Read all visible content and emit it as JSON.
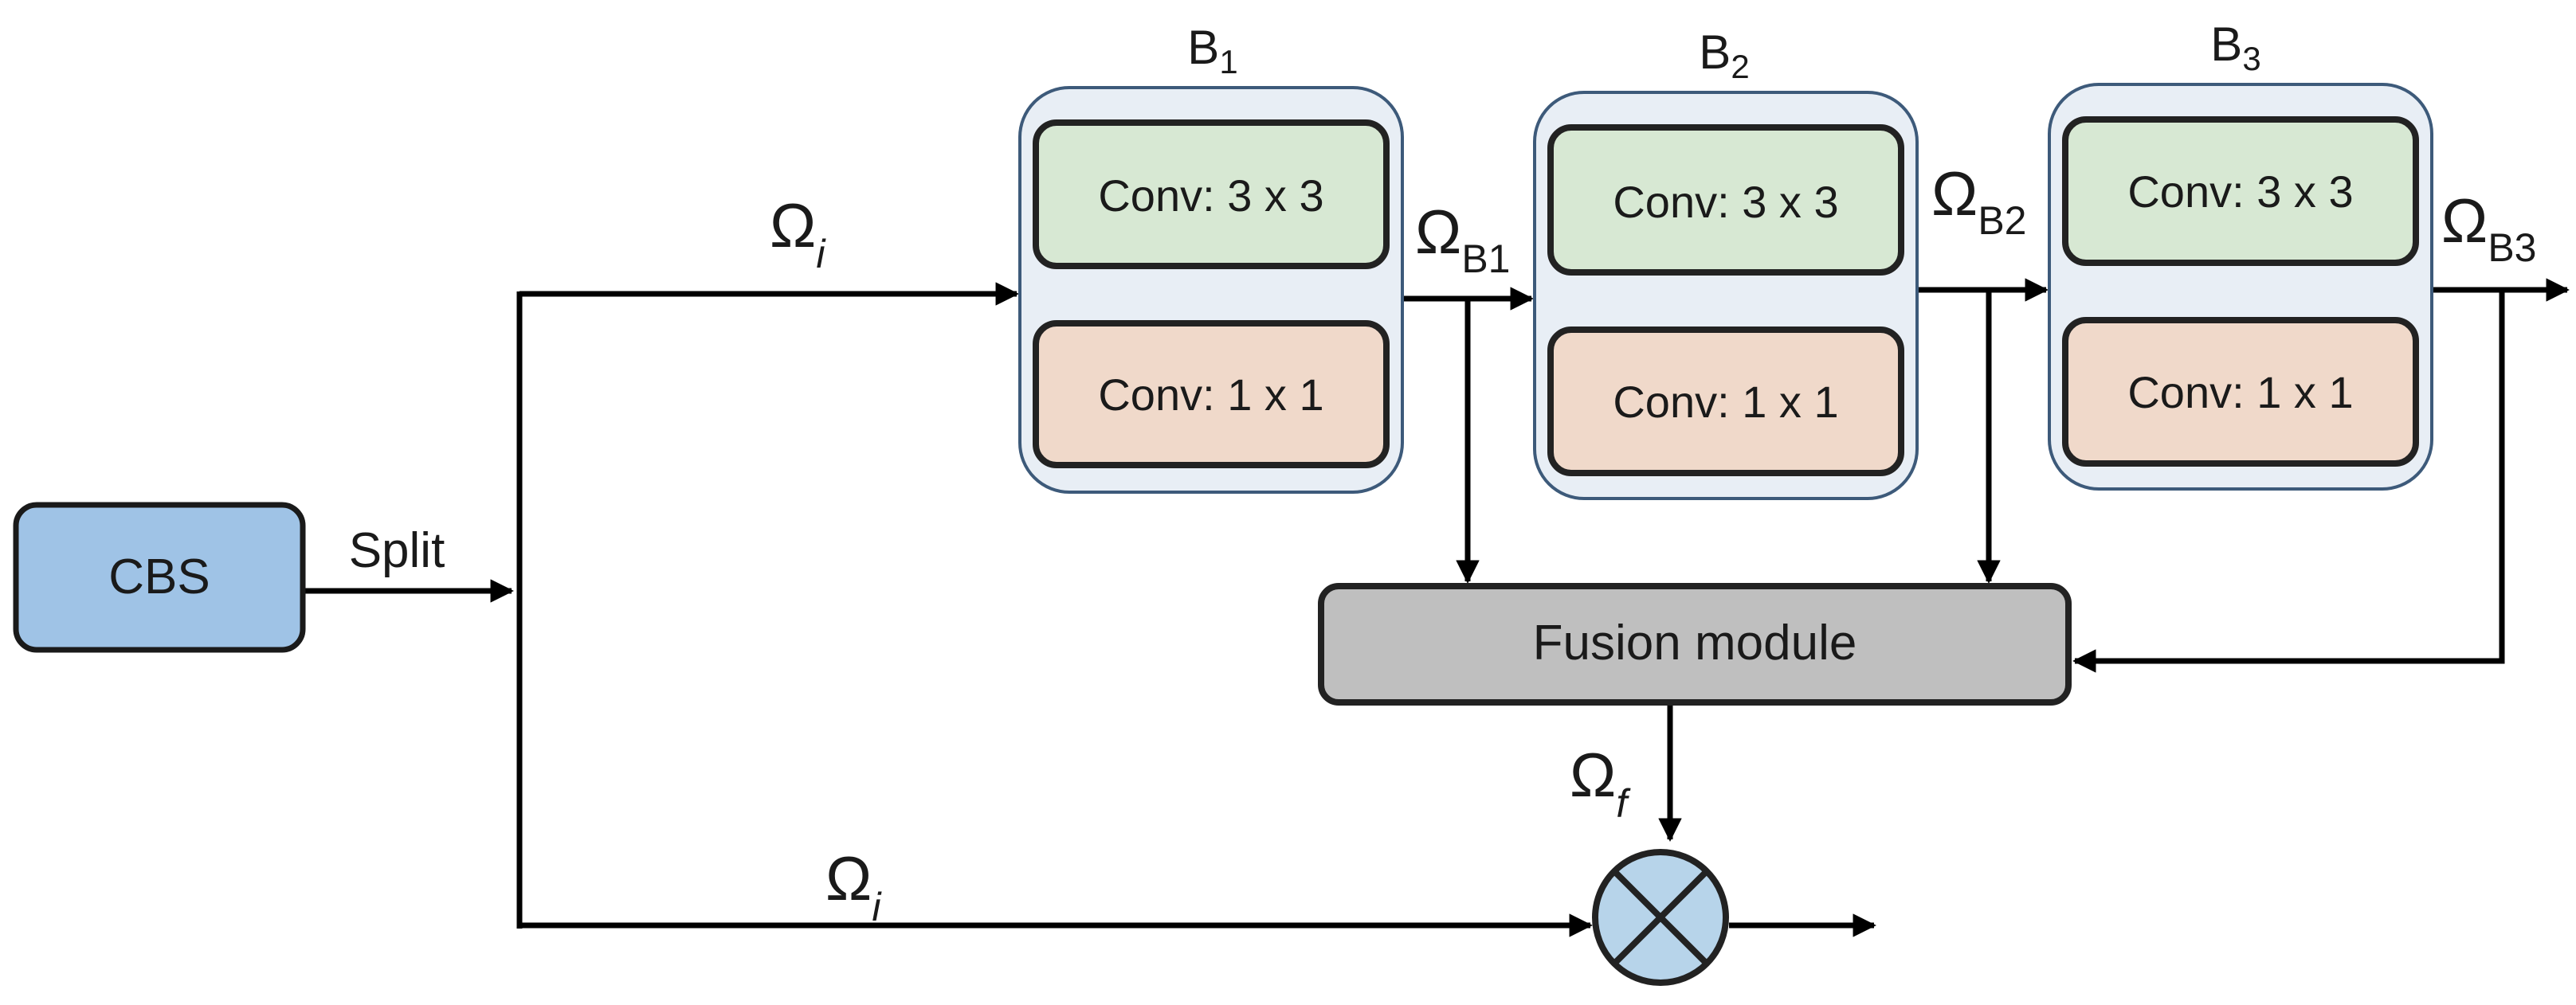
{
  "colors": {
    "cbs_fill": "#9fc3e6",
    "outer_block_fill": "#e8eef5",
    "outer_block_stroke": "#3d5a7a",
    "conv3_fill": "#d7e8d3",
    "conv1_fill": "#f0d9ca",
    "fusion_fill": "#bfbfbf",
    "multiply_fill": "#b7d4ea"
  },
  "nodes": {
    "cbs": "CBS",
    "split": "Split",
    "fusion": "Fusion module"
  },
  "blocks": [
    {
      "name": "B",
      "sub": "1",
      "conv_top": "Conv: 3 x 3",
      "conv_bottom": "Conv: 1 x 1",
      "output": {
        "symbol": "Ω",
        "sub": "B1"
      }
    },
    {
      "name": "B",
      "sub": "2",
      "conv_top": "Conv: 3 x 3",
      "conv_bottom": "Conv: 1 x 1",
      "output": {
        "symbol": "Ω",
        "sub": "B2"
      }
    },
    {
      "name": "B",
      "sub": "3",
      "conv_top": "Conv: 3 x 3",
      "conv_bottom": "Conv: 1 x 1",
      "output": {
        "symbol": "Ω",
        "sub": "B3"
      }
    }
  ],
  "signals": {
    "top_input": {
      "symbol": "Ω",
      "sub": "i"
    },
    "bottom_input": {
      "symbol": "Ω",
      "sub": "i"
    },
    "fusion_output": {
      "symbol": "Ω",
      "sub": "f"
    }
  },
  "operators": {
    "multiply_icon": "multiply-circle"
  }
}
